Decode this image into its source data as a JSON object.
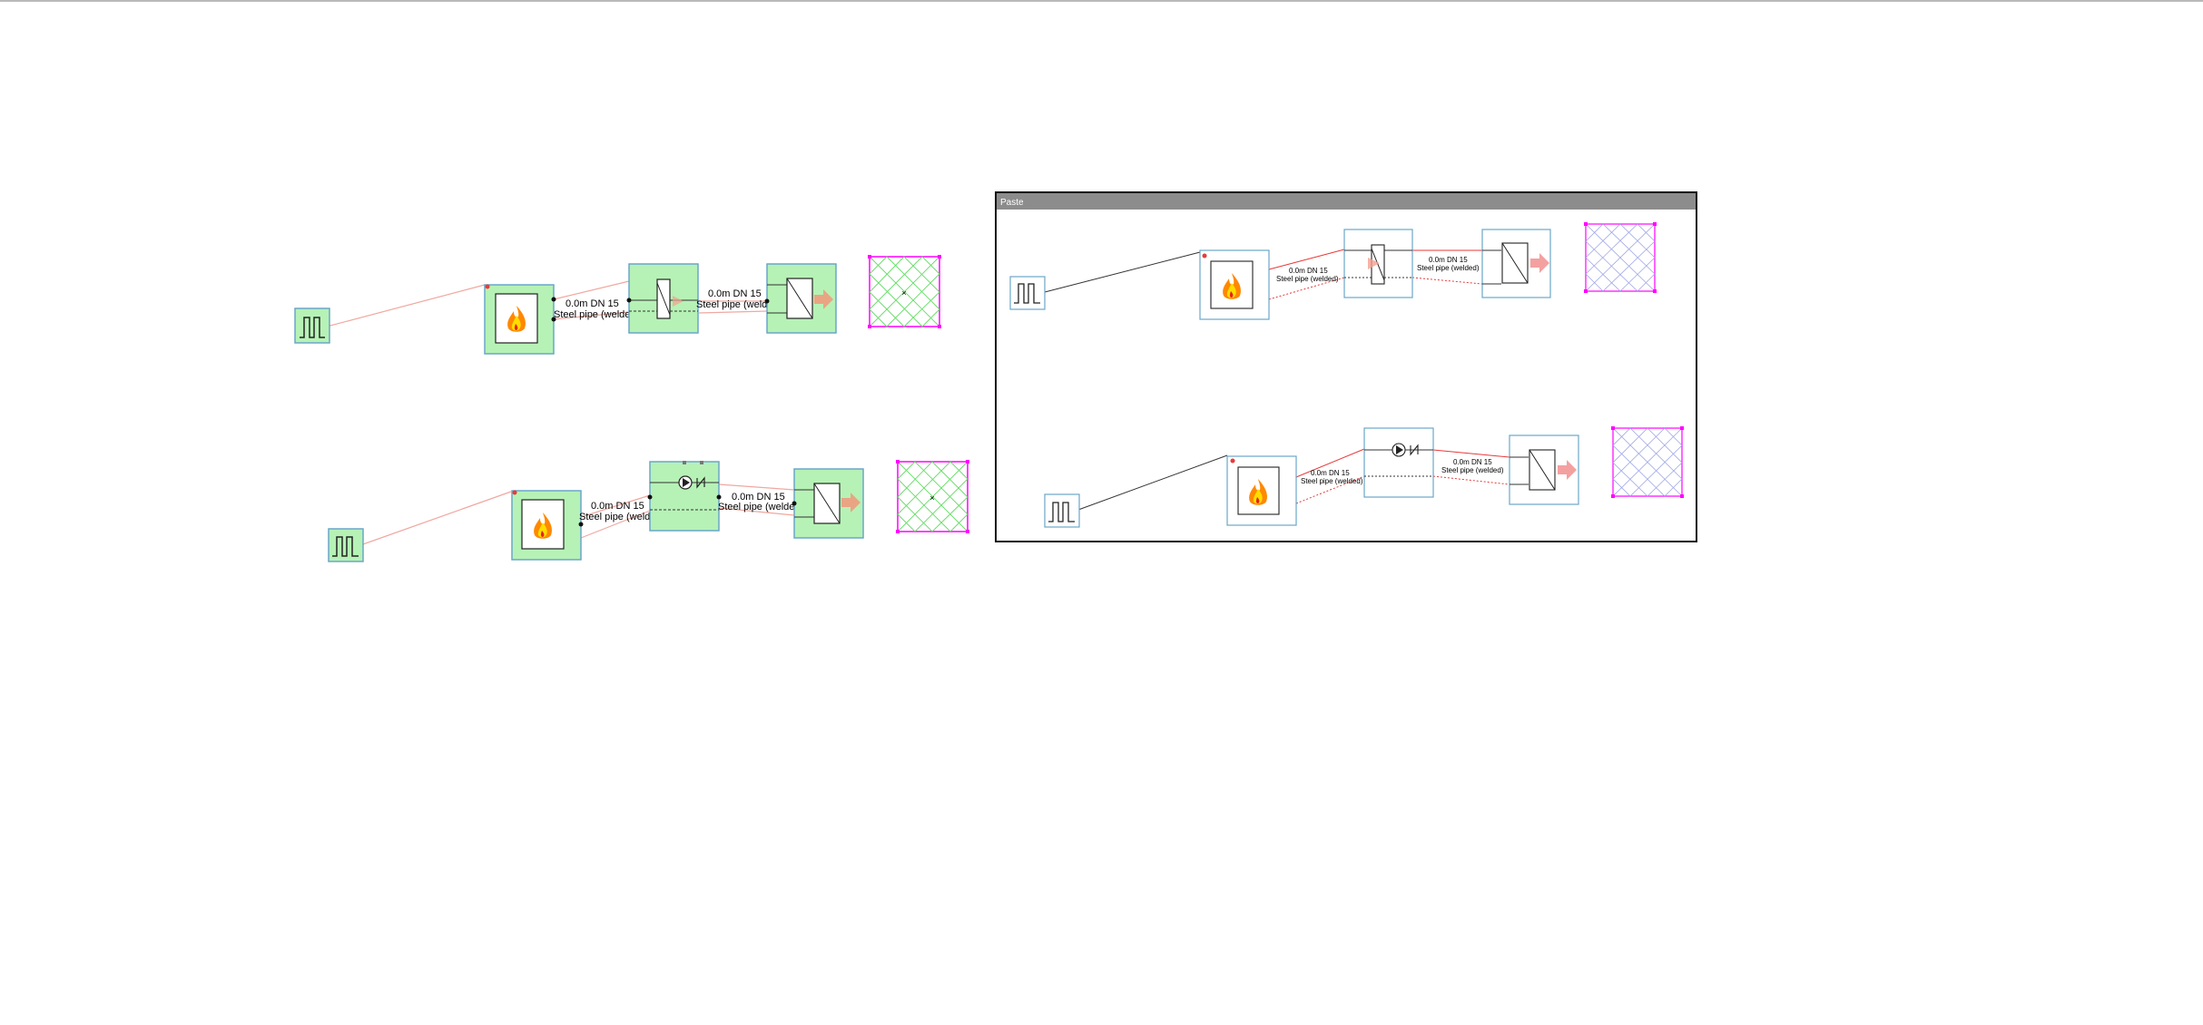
{
  "pipes": {
    "main": {
      "line1": "0.0m DN 15",
      "line2": "Steel pipe (welded)"
    },
    "preview": {
      "line1": "0.0m DN 15",
      "line2": "Steel pipe (welded)"
    }
  },
  "paste_window": {
    "title": "Paste"
  },
  "colors": {
    "component_fill": "#b6f2b6",
    "component_border": "#6aa6c8",
    "pipe_red": "#e83a3a",
    "magenta": "#ff00ff",
    "zone_cross_green": "#66dd66",
    "zone_cross_blue": "#9fa6e6",
    "paste_header": "#8c8c8c"
  },
  "icons": [
    "pulse-icon",
    "flame-icon",
    "valve-icon",
    "heat-exchanger-icon",
    "arrow-icon",
    "pump-icon",
    "check-valve-icon",
    "zone-grid-icon"
  ]
}
